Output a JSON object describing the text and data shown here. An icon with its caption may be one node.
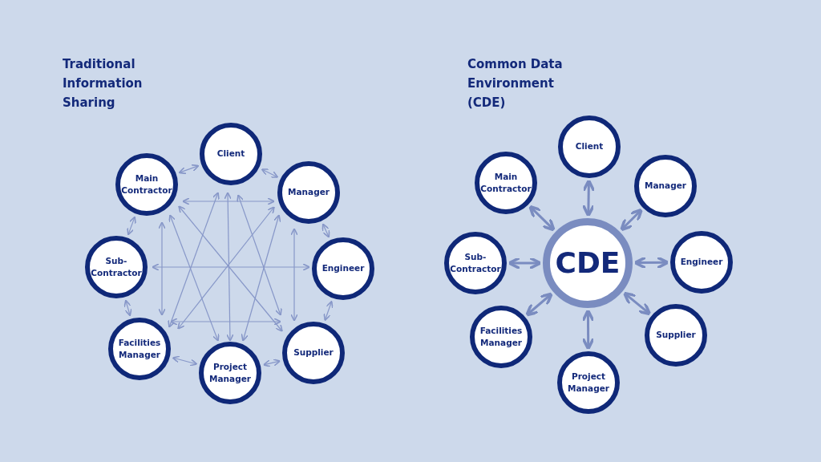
{
  "diagram": {
    "nodes": [
      {
        "text": [
          "Client"
        ]
      },
      {
        "text": [
          "Main Contractor"
        ]
      },
      {
        "text": [
          "Manager"
        ]
      },
      {
        "text": [
          "Sub-Contractor"
        ]
      },
      {
        "text": [
          "Engineer"
        ]
      },
      {
        "text": [
          "Facilities Manager"
        ]
      },
      {
        "text": [
          "Supplier"
        ]
      },
      {
        "text": [
          "Project Manager"
        ]
      },
      {
        "text": [
          "CDE"
        ]
      },
      {
        "text": [
          "Client"
        ]
      },
      {
        "text": [
          "Main Contractor"
        ]
      },
      {
        "text": [
          "Manager"
        ]
      },
      {
        "text": [
          "Sub-Contractor"
        ]
      },
      {
        "text": [
          "Engineer"
        ]
      },
      {
        "text": [
          "Facilities Manager"
        ]
      },
      {
        "text": [
          "Supplier"
        ]
      },
      {
        "text": [
          "Project Manager"
        ]
      }
    ],
    "edges": [
      {
        "from": 0,
        "to": 1,
        "arrow": "both"
      },
      {
        "from": 0,
        "to": 2,
        "arrow": "both"
      },
      {
        "from": 2,
        "to": 4,
        "arrow": "both"
      },
      {
        "from": 4,
        "to": 6,
        "arrow": "both"
      },
      {
        "from": 6,
        "to": 7,
        "arrow": "both"
      },
      {
        "from": 7,
        "to": 5,
        "arrow": "both"
      },
      {
        "from": 5,
        "to": 3,
        "arrow": "both"
      },
      {
        "from": 3,
        "to": 1,
        "arrow": "both"
      },
      {
        "from": 1,
        "to": 2,
        "arrow": "both"
      },
      {
        "from": 1,
        "to": 5,
        "arrow": "both"
      },
      {
        "from": 1,
        "to": 6,
        "arrow": "both"
      },
      {
        "from": 1,
        "to": 7,
        "arrow": "both"
      },
      {
        "from": 0,
        "to": 5,
        "arrow": "both"
      },
      {
        "from": 0,
        "to": 7,
        "arrow": "both"
      },
      {
        "from": 0,
        "to": 6,
        "arrow": "both"
      },
      {
        "from": 2,
        "to": 5,
        "arrow": "both"
      },
      {
        "from": 2,
        "to": 7,
        "arrow": "both"
      },
      {
        "from": 2,
        "to": 6,
        "arrow": "both"
      },
      {
        "from": 3,
        "to": 4,
        "arrow": "both"
      },
      {
        "from": 5,
        "to": 6,
        "arrow": "both"
      },
      {
        "from": 8,
        "to": 9,
        "arrow": "both",
        "style": "thick"
      },
      {
        "from": 8,
        "to": 10,
        "arrow": "both",
        "style": "thick"
      },
      {
        "from": 8,
        "to": 11,
        "arrow": "both",
        "style": "thick"
      },
      {
        "from": 8,
        "to": 12,
        "arrow": "both",
        "style": "thick"
      },
      {
        "from": 8,
        "to": 13,
        "arrow": "both",
        "style": "thick"
      },
      {
        "from": 8,
        "to": 14,
        "arrow": "both",
        "style": "thick"
      },
      {
        "from": 8,
        "to": 15,
        "arrow": "both",
        "style": "thick"
      },
      {
        "from": 8,
        "to": 16,
        "arrow": "both",
        "style": "thick"
      }
    ],
    "labels": [
      "Traditional Information Sharing",
      "Common Data Environment (CDE)"
    ]
  }
}
